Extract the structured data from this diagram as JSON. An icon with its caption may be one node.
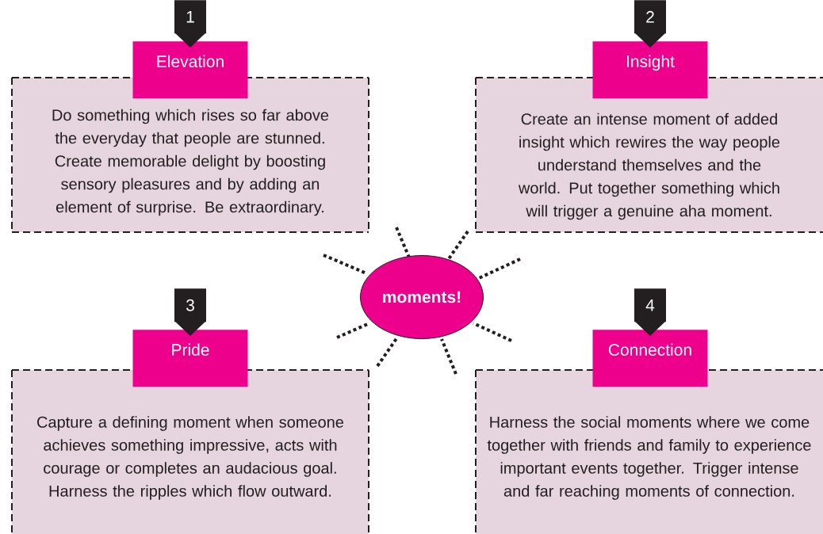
{
  "diagram": {
    "nodes": [
      {
        "text": [
          "1"
        ]
      },
      {
        "text": [
          "Elevation"
        ]
      },
      {
        "text": [
          "Do something which rises so far above the everyday that people are stunned. Create memorable delight by boosting sensory pleasures and by adding an element of surprise. Be extraordinary."
        ]
      },
      {
        "text": [
          "2"
        ]
      },
      {
        "text": [
          "Insight"
        ]
      },
      {
        "text": [
          "Create an intense moment of added insight which rewires the way people understand themselves and the world. Put together something which will trigger a genuine aha moment."
        ]
      },
      {
        "text": [
          "moments!"
        ]
      },
      {
        "text": [
          "3"
        ]
      },
      {
        "text": [
          "Pride"
        ]
      },
      {
        "text": [
          "Capture a defining moment when someone achieves something impressive, acts with courage or completes an audacious goal. Harness the ripples which flow outward."
        ]
      },
      {
        "text": [
          "4"
        ]
      },
      {
        "text": [
          "Connection"
        ]
      },
      {
        "text": [
          "Harness the social moments where we come together with friends and family to experience important events together. Trigger intense and far reaching moments of connection."
        ]
      }
    ]
  }
}
